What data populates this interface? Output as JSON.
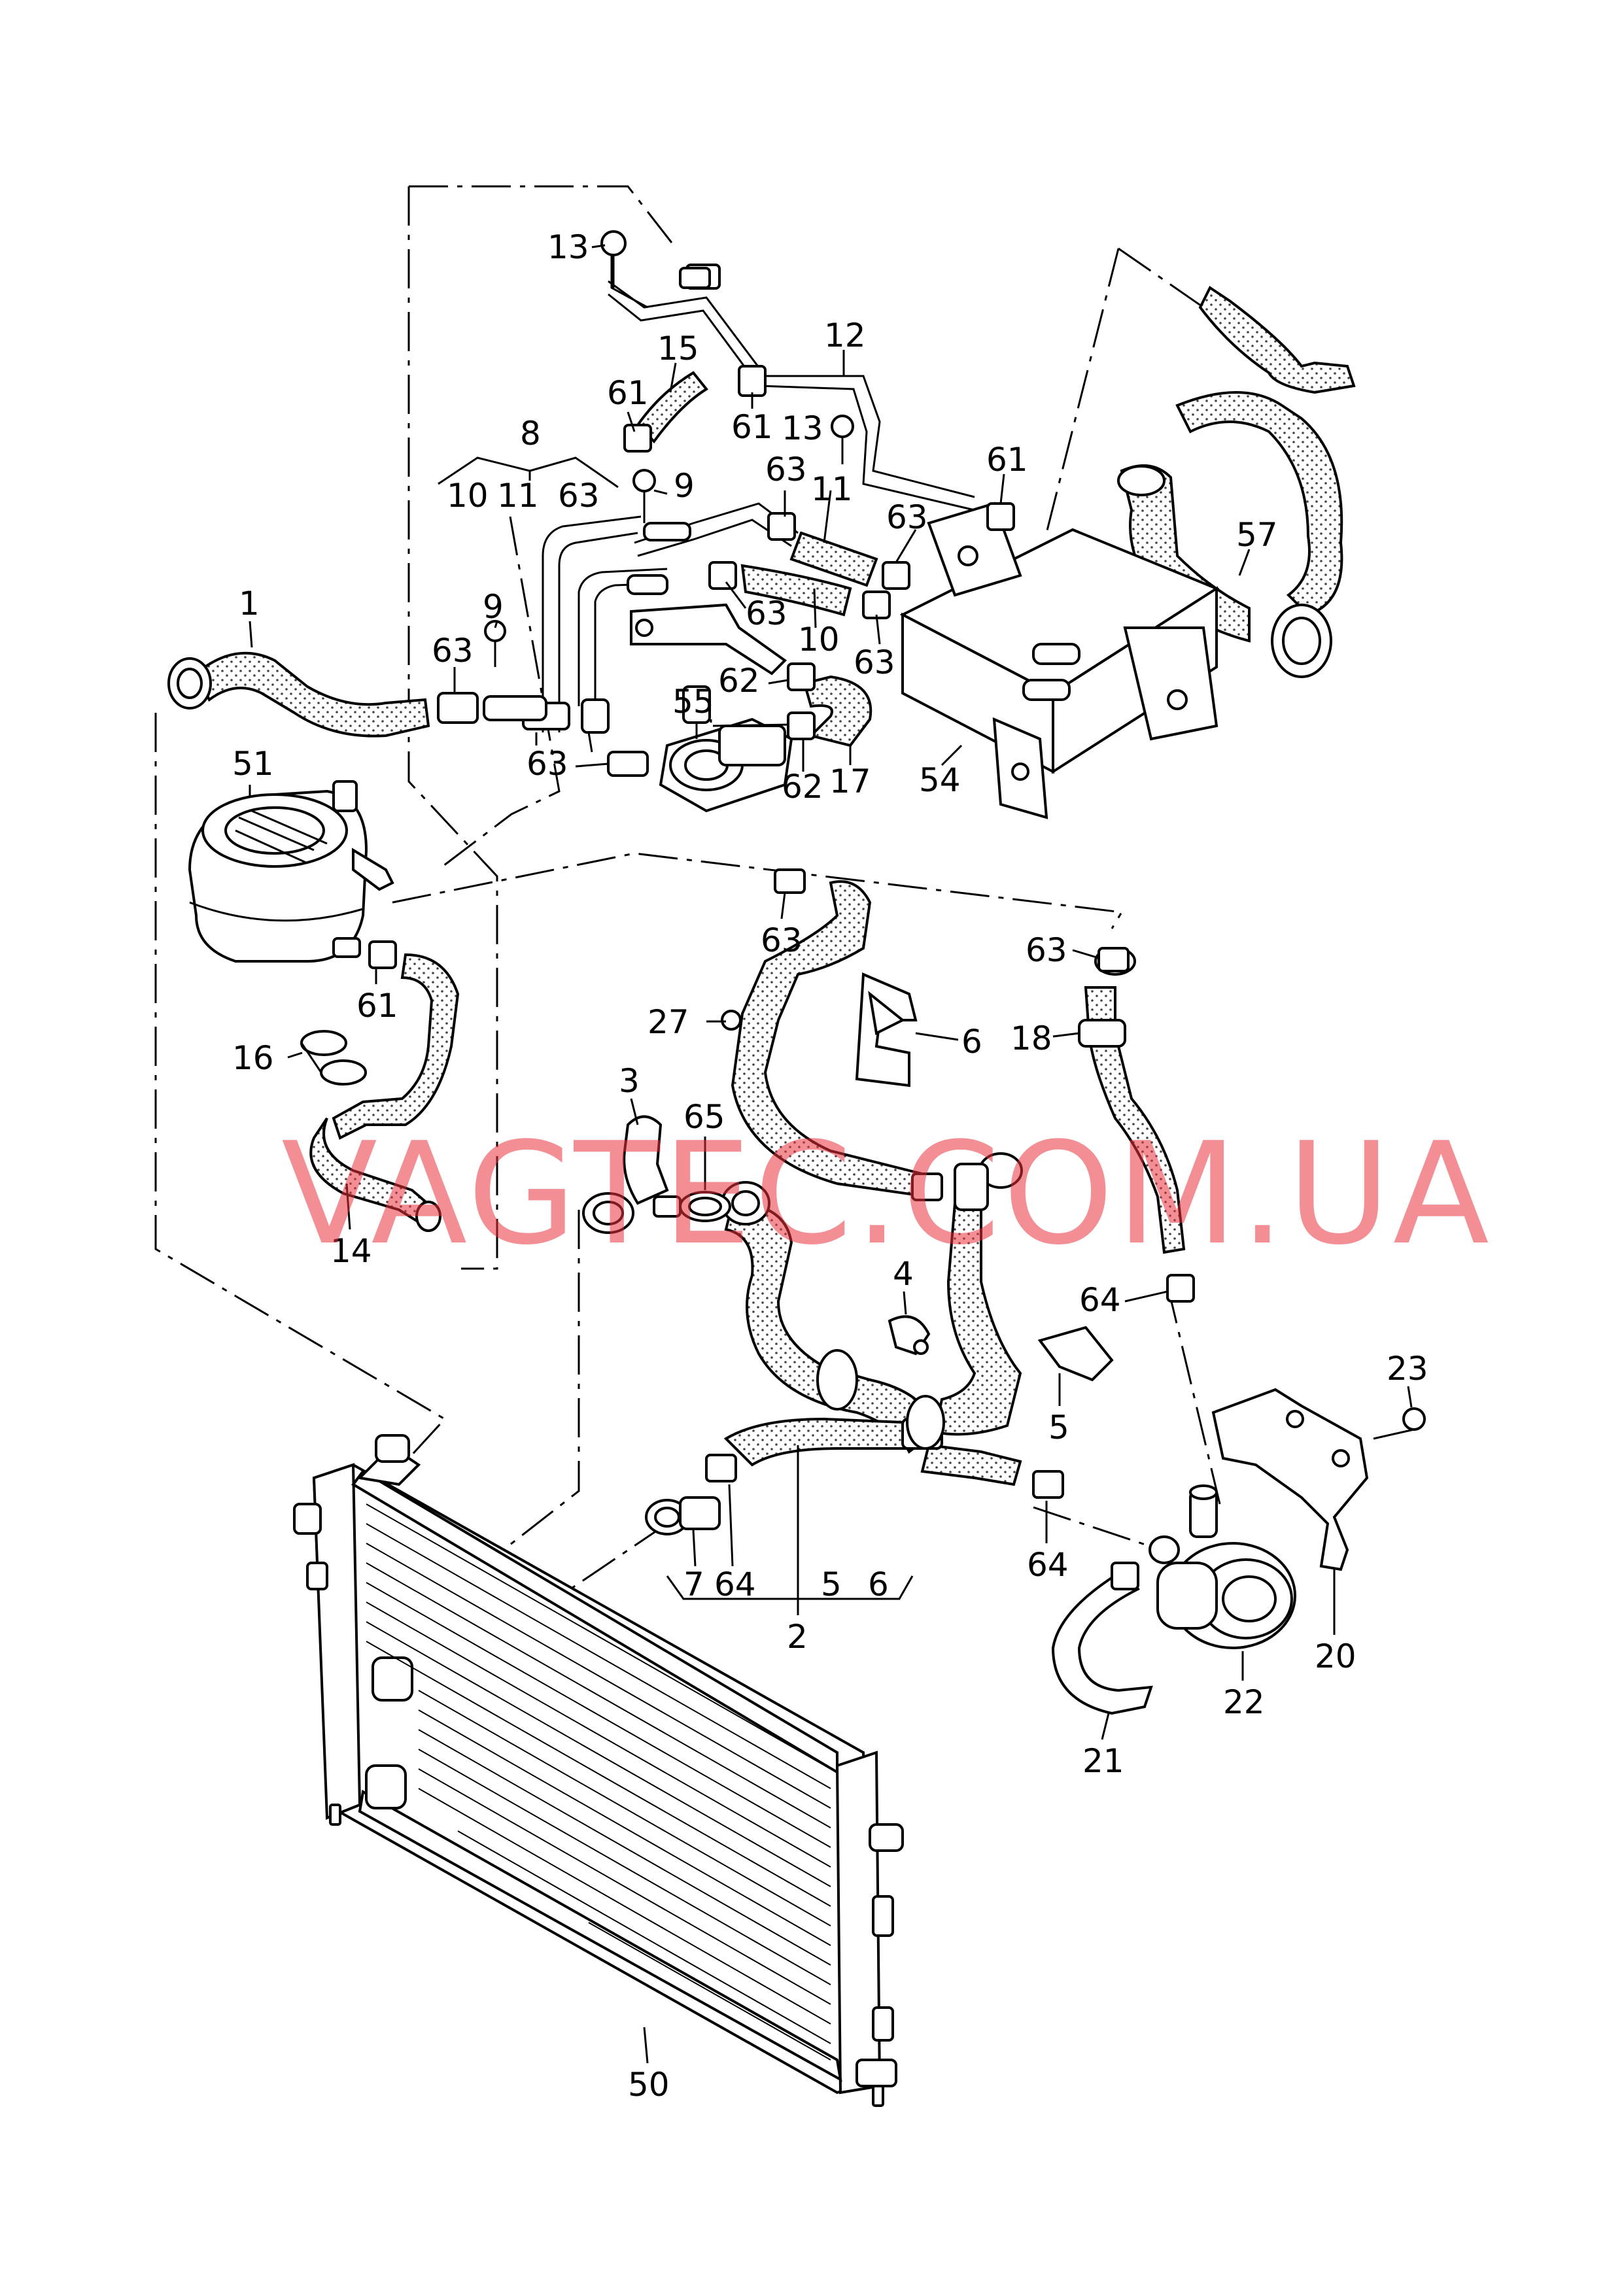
{
  "watermark": "VAGTEC.COM.UA",
  "callouts": [
    {
      "id": "c13a",
      "text": "13"
    },
    {
      "id": "c12",
      "text": "12"
    },
    {
      "id": "c15",
      "text": "15"
    },
    {
      "id": "c61a",
      "text": "61"
    },
    {
      "id": "c61b",
      "text": "61"
    },
    {
      "id": "c13b",
      "text": "13"
    },
    {
      "id": "c61c",
      "text": "61"
    },
    {
      "id": "c8",
      "text": "8"
    },
    {
      "id": "c10a",
      "text": "10"
    },
    {
      "id": "c11a",
      "text": "11"
    },
    {
      "id": "c63a",
      "text": "63"
    },
    {
      "id": "c9a",
      "text": "9"
    },
    {
      "id": "c63b",
      "text": "63"
    },
    {
      "id": "c11b",
      "text": "11"
    },
    {
      "id": "c63c",
      "text": "63"
    },
    {
      "id": "c57",
      "text": "57"
    },
    {
      "id": "c1",
      "text": "1"
    },
    {
      "id": "c9b",
      "text": "9"
    },
    {
      "id": "c63d",
      "text": "63"
    },
    {
      "id": "c63e",
      "text": "63"
    },
    {
      "id": "c10b",
      "text": "10"
    },
    {
      "id": "c63f",
      "text": "63"
    },
    {
      "id": "c62a",
      "text": "62"
    },
    {
      "id": "c55",
      "text": "55"
    },
    {
      "id": "c51",
      "text": "51"
    },
    {
      "id": "c63g",
      "text": "63"
    },
    {
      "id": "c62b",
      "text": "62"
    },
    {
      "id": "c17",
      "text": "17"
    },
    {
      "id": "c54",
      "text": "54"
    },
    {
      "id": "c63h",
      "text": "63"
    },
    {
      "id": "c63i",
      "text": "63"
    },
    {
      "id": "c61d",
      "text": "61"
    },
    {
      "id": "c27",
      "text": "27"
    },
    {
      "id": "c6a",
      "text": "6"
    },
    {
      "id": "c18",
      "text": "18"
    },
    {
      "id": "c16",
      "text": "16"
    },
    {
      "id": "c3",
      "text": "3"
    },
    {
      "id": "c65",
      "text": "65"
    },
    {
      "id": "c14",
      "text": "14"
    },
    {
      "id": "c4",
      "text": "4"
    },
    {
      "id": "c64a",
      "text": "64"
    },
    {
      "id": "c5a",
      "text": "5"
    },
    {
      "id": "c23",
      "text": "23"
    },
    {
      "id": "c7",
      "text": "7"
    },
    {
      "id": "c64b",
      "text": "64"
    },
    {
      "id": "c5b",
      "text": "5"
    },
    {
      "id": "c6b",
      "text": "6"
    },
    {
      "id": "c64c",
      "text": "64"
    },
    {
      "id": "c2",
      "text": "2"
    },
    {
      "id": "c20",
      "text": "20"
    },
    {
      "id": "c22",
      "text": "22"
    },
    {
      "id": "c21",
      "text": "21"
    },
    {
      "id": "c50",
      "text": "50"
    }
  ]
}
